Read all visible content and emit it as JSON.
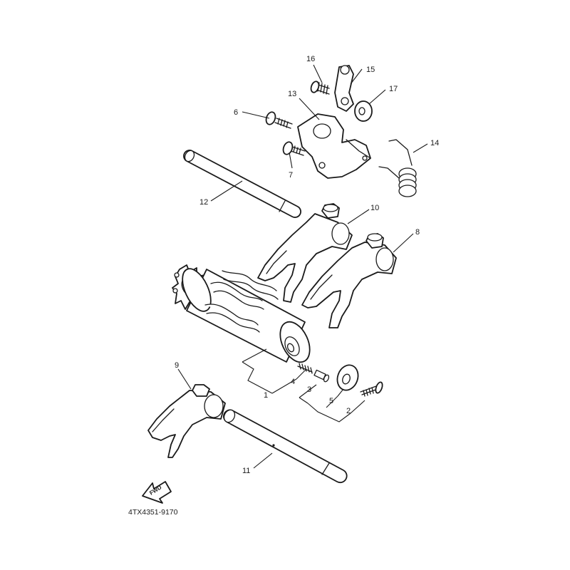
{
  "diagram": {
    "drawing_code": "4TX4351-9170",
    "direction_label": "FWD",
    "callouts": {
      "c1": "1",
      "c2": "2",
      "c3": "3",
      "c4": "4",
      "c5": "5",
      "c6": "6",
      "c7": "7",
      "c8": "8",
      "c9": "9",
      "c10": "10",
      "c11": "11",
      "c12": "12",
      "c13": "13",
      "c14": "14",
      "c15": "15",
      "c16": "16",
      "c17": "17"
    }
  }
}
